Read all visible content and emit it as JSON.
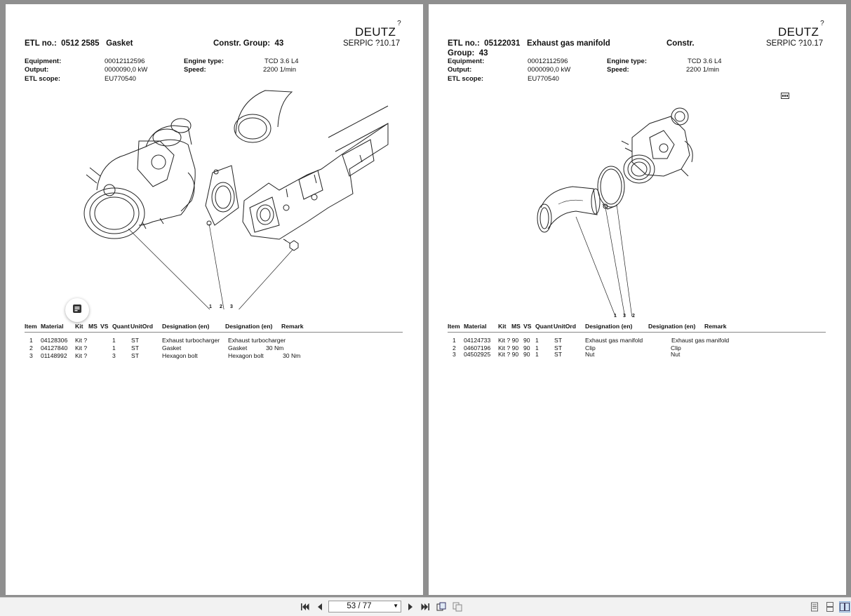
{
  "viewer": {
    "page_indicator": "53 / 77"
  },
  "left_page": {
    "brand": "DEUTZ",
    "brand_mark": "?",
    "serpic": "SERPIC ?10.17",
    "etl_label": "ETL no.:",
    "etl_value": "0512 2585",
    "etl_title": "Gasket",
    "constr_label": "Constr. Group:",
    "constr_value": "43",
    "equipment_label": "Equipment:",
    "equipment_value": "00012112596",
    "output_label": "Output:",
    "output_value": "0000090,0 kW",
    "scope_label": "ETL scope:",
    "scope_value": "EU770540",
    "engine_label": "Engine type:",
    "engine_value": "TCD  3.6 L4",
    "speed_label": "Speed:",
    "speed_value": "2200 1/min",
    "callouts": [
      "1",
      "2",
      "3"
    ],
    "columns": [
      "Item",
      "Material",
      "Kit",
      "MS",
      "VS",
      "Quant",
      "UnitOrd",
      "Designation (en)",
      "Designation (en)",
      "Remark"
    ],
    "rows": [
      {
        "item": "1",
        "material": "04128306",
        "kit": "Kit ?",
        "qty": "1",
        "unit": "ST",
        "desc1": "Exhaust turbocharger",
        "desc2": "Exhaust turbocharger",
        "remark": ""
      },
      {
        "item": "2",
        "material": "04127840",
        "kit": "Kit ?",
        "qty": "1",
        "unit": "ST",
        "desc1": "Gasket",
        "desc2": "Gasket",
        "remark": "30 Nm"
      },
      {
        "item": "3",
        "material": "01148992",
        "kit": "Kit ?",
        "qty": "3",
        "unit": "ST",
        "desc1": "Hexagon bolt",
        "desc2": "Hexagon bolt",
        "remark": "30 Nm"
      }
    ]
  },
  "right_page": {
    "brand": "DEUTZ",
    "brand_mark": "?",
    "serpic": "SERPIC ?10.17",
    "etl_label": "ETL no.:",
    "etl_value": "05122031",
    "etl_title": "Exhaust gas manifold",
    "constr_label": "Constr.",
    "constr_label2": "Group:",
    "constr_value": "43",
    "equipment_label": "Equipment:",
    "equipment_value": "00012112596",
    "output_label": "Output:",
    "output_value": "0000090,0 kW",
    "scope_label": "ETL scope:",
    "scope_value": "EU770540",
    "engine_label": "Engine type:",
    "engine_value": "TCD  3.6 L4",
    "speed_label": "Speed:",
    "speed_value": "2200 1/min",
    "callouts": [
      "1",
      "3",
      "2"
    ],
    "columns": [
      "Item",
      "Material",
      "Kit",
      "MS",
      "VS",
      "Quant",
      "UnitOrd",
      "Designation (en)",
      "Designation (en)",
      "Remark"
    ],
    "rows": [
      {
        "item": "1",
        "material": "04124733",
        "kit": "Kit ? 90",
        "vs": "90",
        "qty": "1",
        "unit": "ST",
        "desc1": "Exhaust gas manifold",
        "desc2": "Exhaust gas manifold"
      },
      {
        "item": "2",
        "material": "04607196",
        "kit": "Kit ? 90",
        "vs": "90",
        "qty": "1",
        "unit": "ST",
        "desc1": "Clip",
        "desc2": "Clip"
      },
      {
        "item": "3",
        "material": "04502925",
        "kit": "Kit ? 90",
        "vs": "90",
        "qty": "1",
        "unit": "ST",
        "desc1": "Nut",
        "desc2": "Nut"
      }
    ]
  },
  "icons": {
    "fab": "note-icon",
    "first": "first-page-icon",
    "prev": "previous-page-icon",
    "next": "next-page-icon",
    "last": "last-page-icon"
  }
}
